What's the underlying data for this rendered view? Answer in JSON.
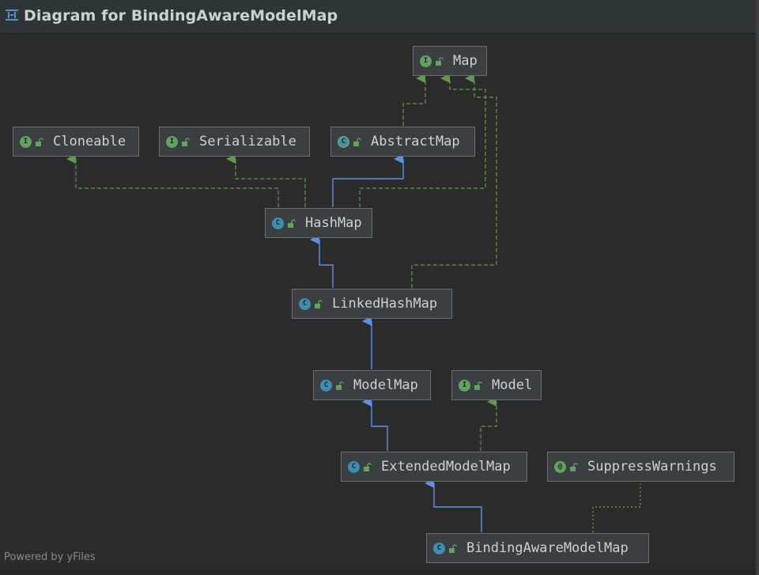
{
  "window": {
    "title": "Diagram for BindingAwareModelMap",
    "title_icon": "diagram-icon"
  },
  "footer": {
    "powered_by": "Powered by yFiles"
  },
  "nodes": {
    "map": {
      "label": "Map",
      "kind": "interface",
      "kind_letter": "I"
    },
    "cloneable": {
      "label": "Cloneable",
      "kind": "interface",
      "kind_letter": "I"
    },
    "serializable": {
      "label": "Serializable",
      "kind": "interface",
      "kind_letter": "I"
    },
    "abstractmap": {
      "label": "AbstractMap",
      "kind": "abstract-class",
      "kind_letter": "C"
    },
    "hashmap": {
      "label": "HashMap",
      "kind": "class",
      "kind_letter": "C"
    },
    "linkedhashmap": {
      "label": "LinkedHashMap",
      "kind": "class",
      "kind_letter": "C"
    },
    "modelmap": {
      "label": "ModelMap",
      "kind": "class",
      "kind_letter": "C"
    },
    "model": {
      "label": "Model",
      "kind": "interface",
      "kind_letter": "I"
    },
    "extendedmodelmap": {
      "label": "ExtendedModelMap",
      "kind": "class",
      "kind_letter": "C"
    },
    "suppresswarnings": {
      "label": "SuppressWarnings",
      "kind": "annotation",
      "kind_letter": "@"
    },
    "bindingawaremodelmap": {
      "label": "BindingAwareModelMap",
      "kind": "class",
      "kind_letter": "C"
    }
  },
  "relations": [
    {
      "from": "HashMap",
      "to": "AbstractMap",
      "type": "extends"
    },
    {
      "from": "HashMap",
      "to": "Cloneable",
      "type": "implements"
    },
    {
      "from": "HashMap",
      "to": "Serializable",
      "type": "implements"
    },
    {
      "from": "HashMap",
      "to": "Map",
      "type": "implements"
    },
    {
      "from": "AbstractMap",
      "to": "Map",
      "type": "implements"
    },
    {
      "from": "LinkedHashMap",
      "to": "HashMap",
      "type": "extends"
    },
    {
      "from": "LinkedHashMap",
      "to": "Map",
      "type": "implements"
    },
    {
      "from": "ModelMap",
      "to": "LinkedHashMap",
      "type": "extends"
    },
    {
      "from": "ExtendedModelMap",
      "to": "ModelMap",
      "type": "extends"
    },
    {
      "from": "ExtendedModelMap",
      "to": "Model",
      "type": "implements"
    },
    {
      "from": "BindingAwareModelMap",
      "to": "ExtendedModelMap",
      "type": "extends"
    },
    {
      "from": "BindingAwareModelMap",
      "to": "SuppressWarnings",
      "type": "annotated-by"
    }
  ],
  "colors": {
    "background": "#2b2b2b",
    "node_fill": "#3c3f41",
    "extends_edge": "#5893e8",
    "implements_edge": "#5e9b4e",
    "annotation_edge": "#8a9a3c",
    "interface_badge": "#62a35f",
    "class_badge": "#3f8db1"
  }
}
